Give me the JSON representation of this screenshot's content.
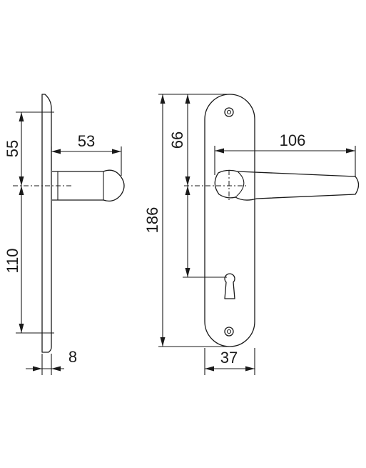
{
  "dimensions": {
    "side_top_offset": "55",
    "side_lever_projection": "53",
    "side_spindle_to_key": "110",
    "side_plate_thickness": "8",
    "front_overall_height": "186",
    "front_top_to_spindle": "66",
    "front_lever_length": "106",
    "front_plate_width": "37"
  }
}
